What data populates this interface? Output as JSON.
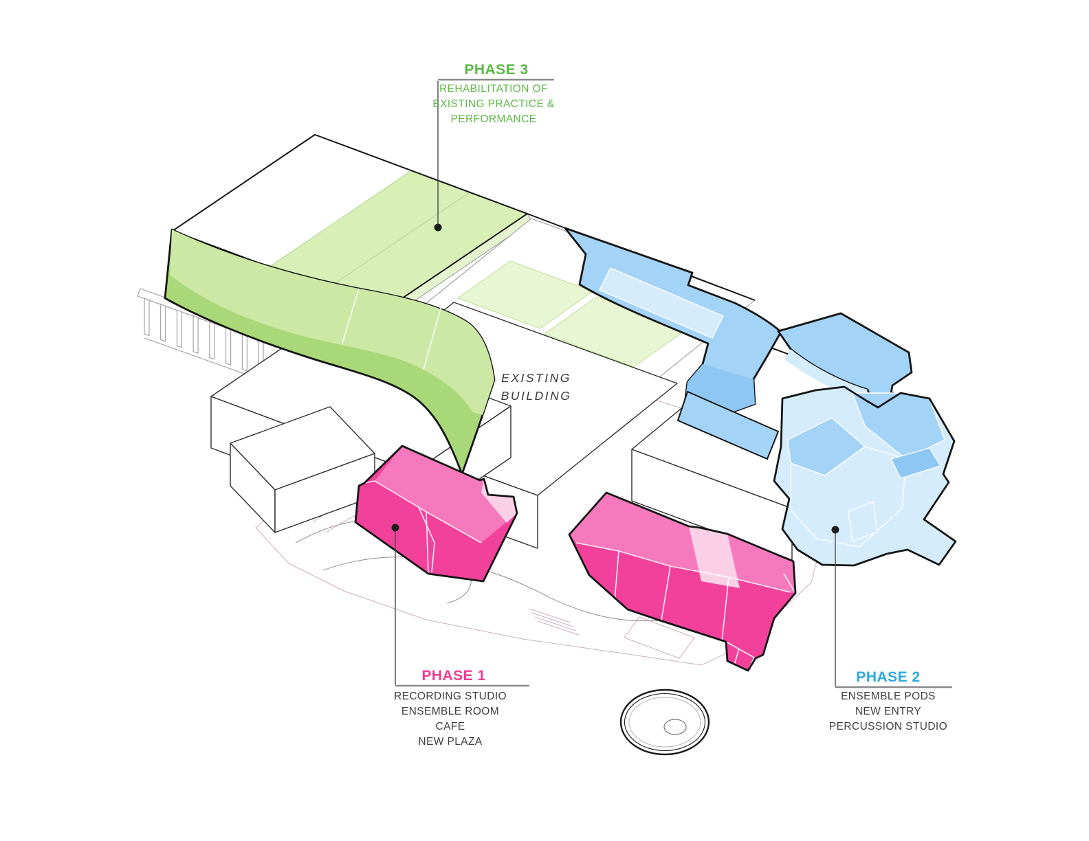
{
  "labels": {
    "phase3": {
      "title": "PHASE 3",
      "lines": [
        "REHABILITATION OF",
        "EXISTING PRACTICE &",
        "PERFORMANCE"
      ]
    },
    "phase1": {
      "title": "PHASE 1",
      "lines": [
        "RECORDING STUDIO",
        "ENSEMBLE ROOM",
        "CAFE",
        "NEW PLAZA"
      ]
    },
    "phase2": {
      "title": "PHASE 2",
      "lines": [
        "ENSEMBLE PODS",
        "NEW ENTRY",
        "PERCUSSION STUDIO"
      ]
    },
    "existing_building": {
      "line1": "EXISTING",
      "line2": "BUILDING"
    }
  },
  "colors": {
    "phase1_pink": "#ee3d96",
    "phase2_blue": "#29a9e1",
    "phase3_green": "#5cb847",
    "pink_top": "#f779bd",
    "pink_side": "#f2419b",
    "pink_pale": "#fbd0e6",
    "green_slab": "#d8efb5",
    "green_slab_side": "#e5f4cf",
    "green_patch": "#e9f6d3",
    "green_ribbon_top": "#cbe9a4",
    "green_ribbon_side": "#a9d878",
    "blue_top": "#a3d3f6",
    "blue_light": "#d4ecfc",
    "blue_mid": "#8ec7f3",
    "plaza_pink": "#fce9f3",
    "text_dark": "#3d3d3d",
    "outline": "#151515",
    "line_gray": "#9b9b9b"
  }
}
